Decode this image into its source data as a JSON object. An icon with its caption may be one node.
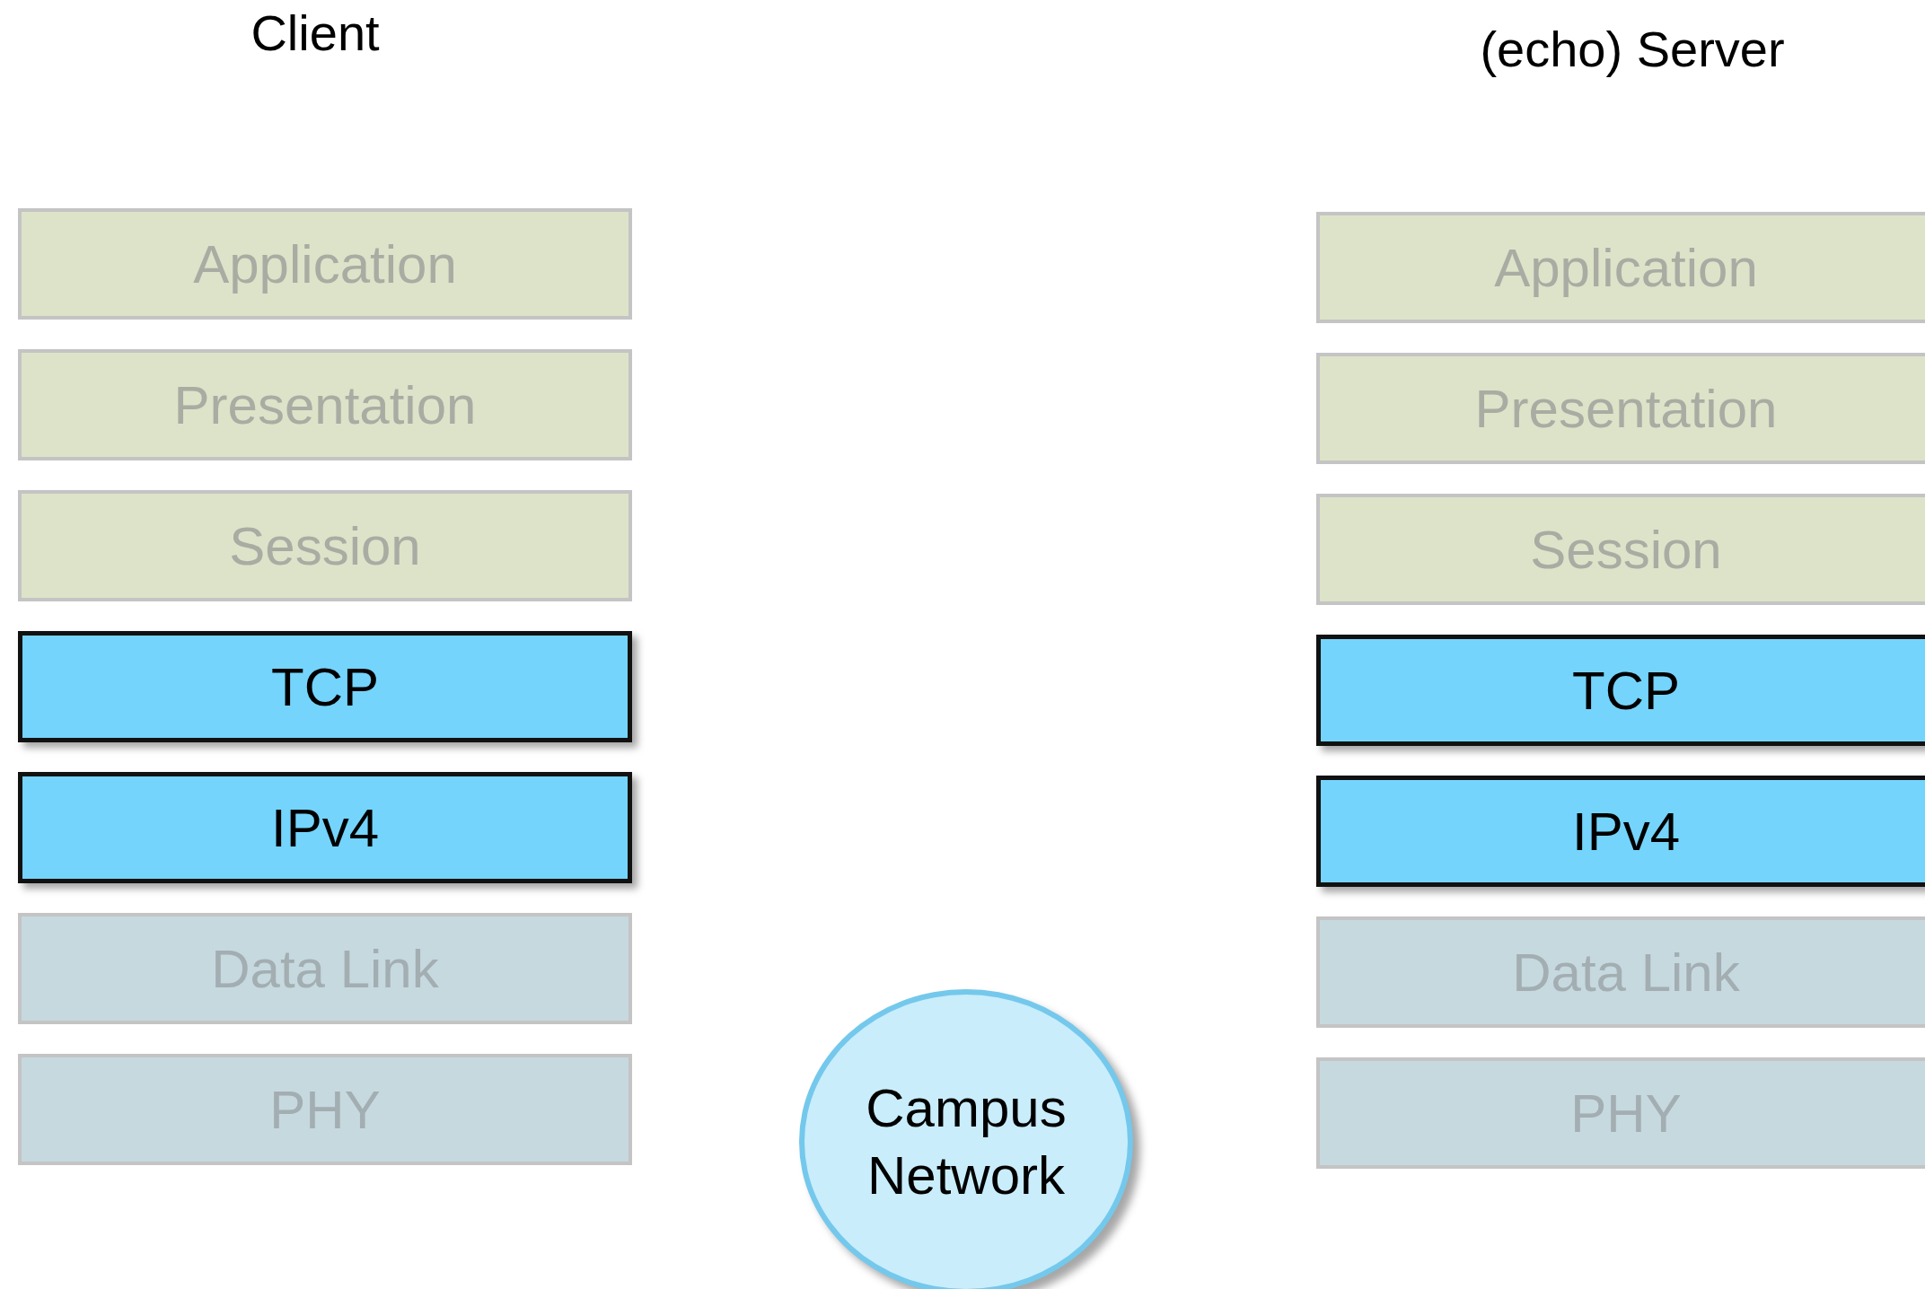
{
  "diagram": {
    "nodes": [
      {
        "text": [
          "Application"
        ]
      },
      {
        "text": [
          "Presentation"
        ]
      },
      {
        "text": [
          "Session"
        ]
      },
      {
        "text": [
          "TCP"
        ]
      },
      {
        "text": [
          "IPv4"
        ]
      },
      {
        "text": [
          "Data Link"
        ]
      },
      {
        "text": [
          "PHY"
        ]
      },
      {
        "text": [
          "Application"
        ]
      },
      {
        "text": [
          "Presentation"
        ]
      },
      {
        "text": [
          "Session"
        ]
      },
      {
        "text": [
          "TCP"
        ]
      },
      {
        "text": [
          "IPv4"
        ]
      },
      {
        "text": [
          "Data Link"
        ]
      },
      {
        "text": [
          "PHY"
        ]
      },
      {
        "text": [
          "Campus Network"
        ]
      }
    ],
    "labels": [
      "Client",
      "(echo) Server"
    ]
  }
}
